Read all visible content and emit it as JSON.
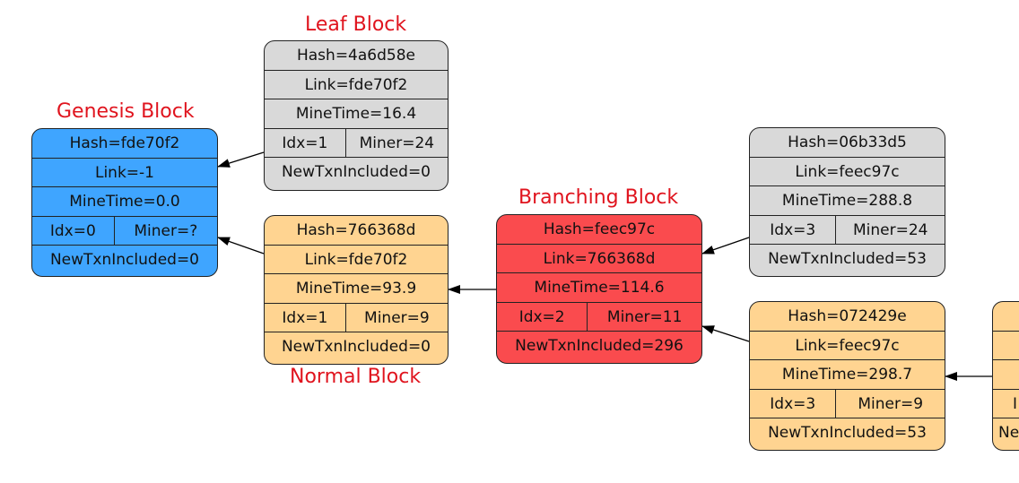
{
  "colors": {
    "leaf": "#d9d9d9",
    "genesis": "#3fa5ff",
    "normal": "#ffd491",
    "branching": "#fa4b4e",
    "caption": "#e0141e"
  },
  "captions": {
    "leaf": "Leaf Block",
    "genesis": "Genesis Block",
    "branching": "Branching Block",
    "normal": "Normal Block"
  },
  "blocks": {
    "genesis": {
      "hash": "Hash=fde70f2",
      "link": "Link=-1",
      "mine_time": "MineTime=0.0",
      "idx": "Idx=0",
      "miner": "Miner=?",
      "new_txn": "NewTxnIncluded=0"
    },
    "leaf": {
      "hash": "Hash=4a6d58e",
      "link": "Link=fde70f2",
      "mine_time": "MineTime=16.4",
      "idx": "Idx=1",
      "miner": "Miner=24",
      "new_txn": "NewTxnIncluded=0"
    },
    "normal": {
      "hash": "Hash=766368d",
      "link": "Link=fde70f2",
      "mine_time": "MineTime=93.9",
      "idx": "Idx=1",
      "miner": "Miner=9",
      "new_txn": "NewTxnIncluded=0"
    },
    "branching": {
      "hash": "Hash=feec97c",
      "link": "Link=766368d",
      "mine_time": "MineTime=114.6",
      "idx": "Idx=2",
      "miner": "Miner=11",
      "new_txn": "NewTxnIncluded=296"
    },
    "leaf2": {
      "hash": "Hash=06b33d5",
      "link": "Link=feec97c",
      "mine_time": "MineTime=288.8",
      "idx": "Idx=3",
      "miner": "Miner=24",
      "new_txn": "NewTxnIncluded=53"
    },
    "normal2": {
      "hash": "Hash=072429e",
      "link": "Link=feec97c",
      "mine_time": "MineTime=298.7",
      "idx": "Idx=3",
      "miner": "Miner=9",
      "new_txn": "NewTxnIncluded=53"
    },
    "partial": {
      "idx_fragment": "I",
      "new_txn_fragment": "Ne"
    }
  }
}
